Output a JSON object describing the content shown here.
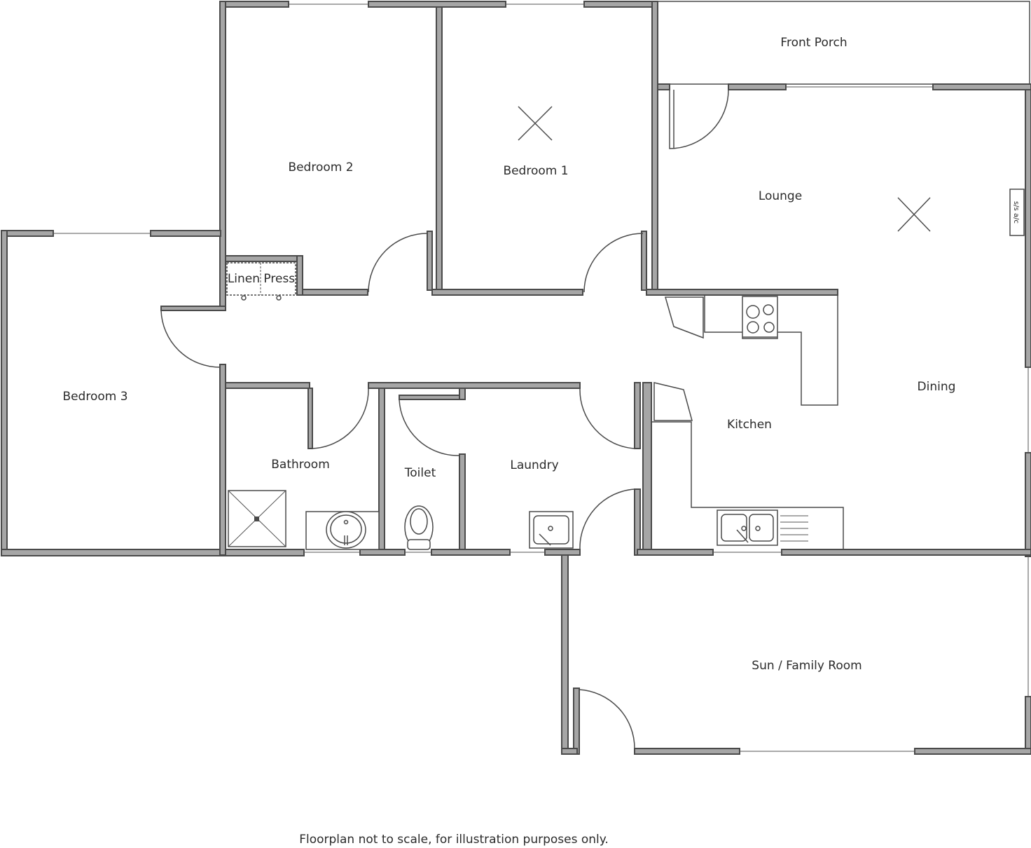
{
  "rooms": {
    "front_porch": "Front Porch",
    "bedroom_2": "Bedroom 2",
    "bedroom_1": "Bedroom 1",
    "lounge": "Lounge",
    "bedroom_3": "Bedroom 3",
    "linen_press": "Linen Press",
    "dining": "Dining",
    "kitchen": "Kitchen",
    "bathroom": "Bathroom",
    "toilet": "Toilet",
    "laundry": "Laundry",
    "sun_family_room": "Sun / Family Room"
  },
  "fixtures": {
    "split_system_ac": "s/s a/c"
  },
  "footer": {
    "disclaimer": "Floorplan not to scale, for illustration purposes only."
  }
}
